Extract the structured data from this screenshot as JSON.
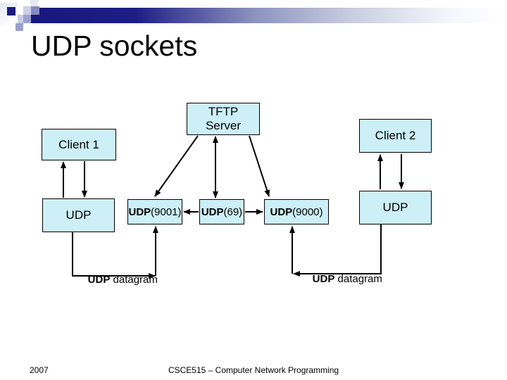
{
  "slide": {
    "title": "UDP sockets",
    "footer": {
      "year": "2007",
      "course": "CSCE515 – Computer Network Programming"
    }
  },
  "diagram": {
    "server": {
      "line1": "TFTP",
      "line2": "Server"
    },
    "client1": {
      "label": "Client 1"
    },
    "client2": {
      "label": "Client 2"
    },
    "udp_left": {
      "label": "UDP"
    },
    "udp_right": {
      "label": "UDP"
    },
    "port_9001": {
      "bold": "UDP",
      "rest": "(9001)"
    },
    "port_69": {
      "bold": "UDP",
      "rest": "(69)"
    },
    "port_9000": {
      "bold": "UDP",
      "rest": "(9000)"
    },
    "datagram_left": {
      "bold": "UDP",
      "rest": " datagram"
    },
    "datagram_right": {
      "bold": "UDP",
      "rest": " datagram"
    },
    "connections": [
      {
        "from": "UDP (Client 1)",
        "to": "Client 1",
        "direction": "up"
      },
      {
        "from": "Client 1",
        "to": "UDP (Client 1)",
        "direction": "down"
      },
      {
        "from": "TFTP Server",
        "to": "UDP(69)",
        "direction": "both"
      },
      {
        "from": "TFTP Server",
        "to": "UDP(9001)",
        "direction": "down"
      },
      {
        "from": "TFTP Server",
        "to": "UDP(9000)",
        "direction": "down"
      },
      {
        "from": "UDP(69)",
        "to": "UDP(9001)",
        "direction": "left"
      },
      {
        "from": "UDP(69)",
        "to": "UDP(9000)",
        "direction": "right"
      },
      {
        "from": "UDP (Client 2)",
        "to": "Client 2",
        "direction": "up"
      },
      {
        "from": "Client 2",
        "to": "UDP (Client 2)",
        "direction": "down"
      },
      {
        "from": "UDP (Client 1)",
        "to": "UDP(9001)",
        "label": "UDP datagram"
      },
      {
        "from": "UDP (Client 2)",
        "to": "UDP(9000)",
        "label": "UDP datagram"
      }
    ]
  },
  "colors": {
    "box_fill": "#cdeff7",
    "box_border": "#000000",
    "accent_dark_navy": "#17177d",
    "text": "#000000"
  }
}
